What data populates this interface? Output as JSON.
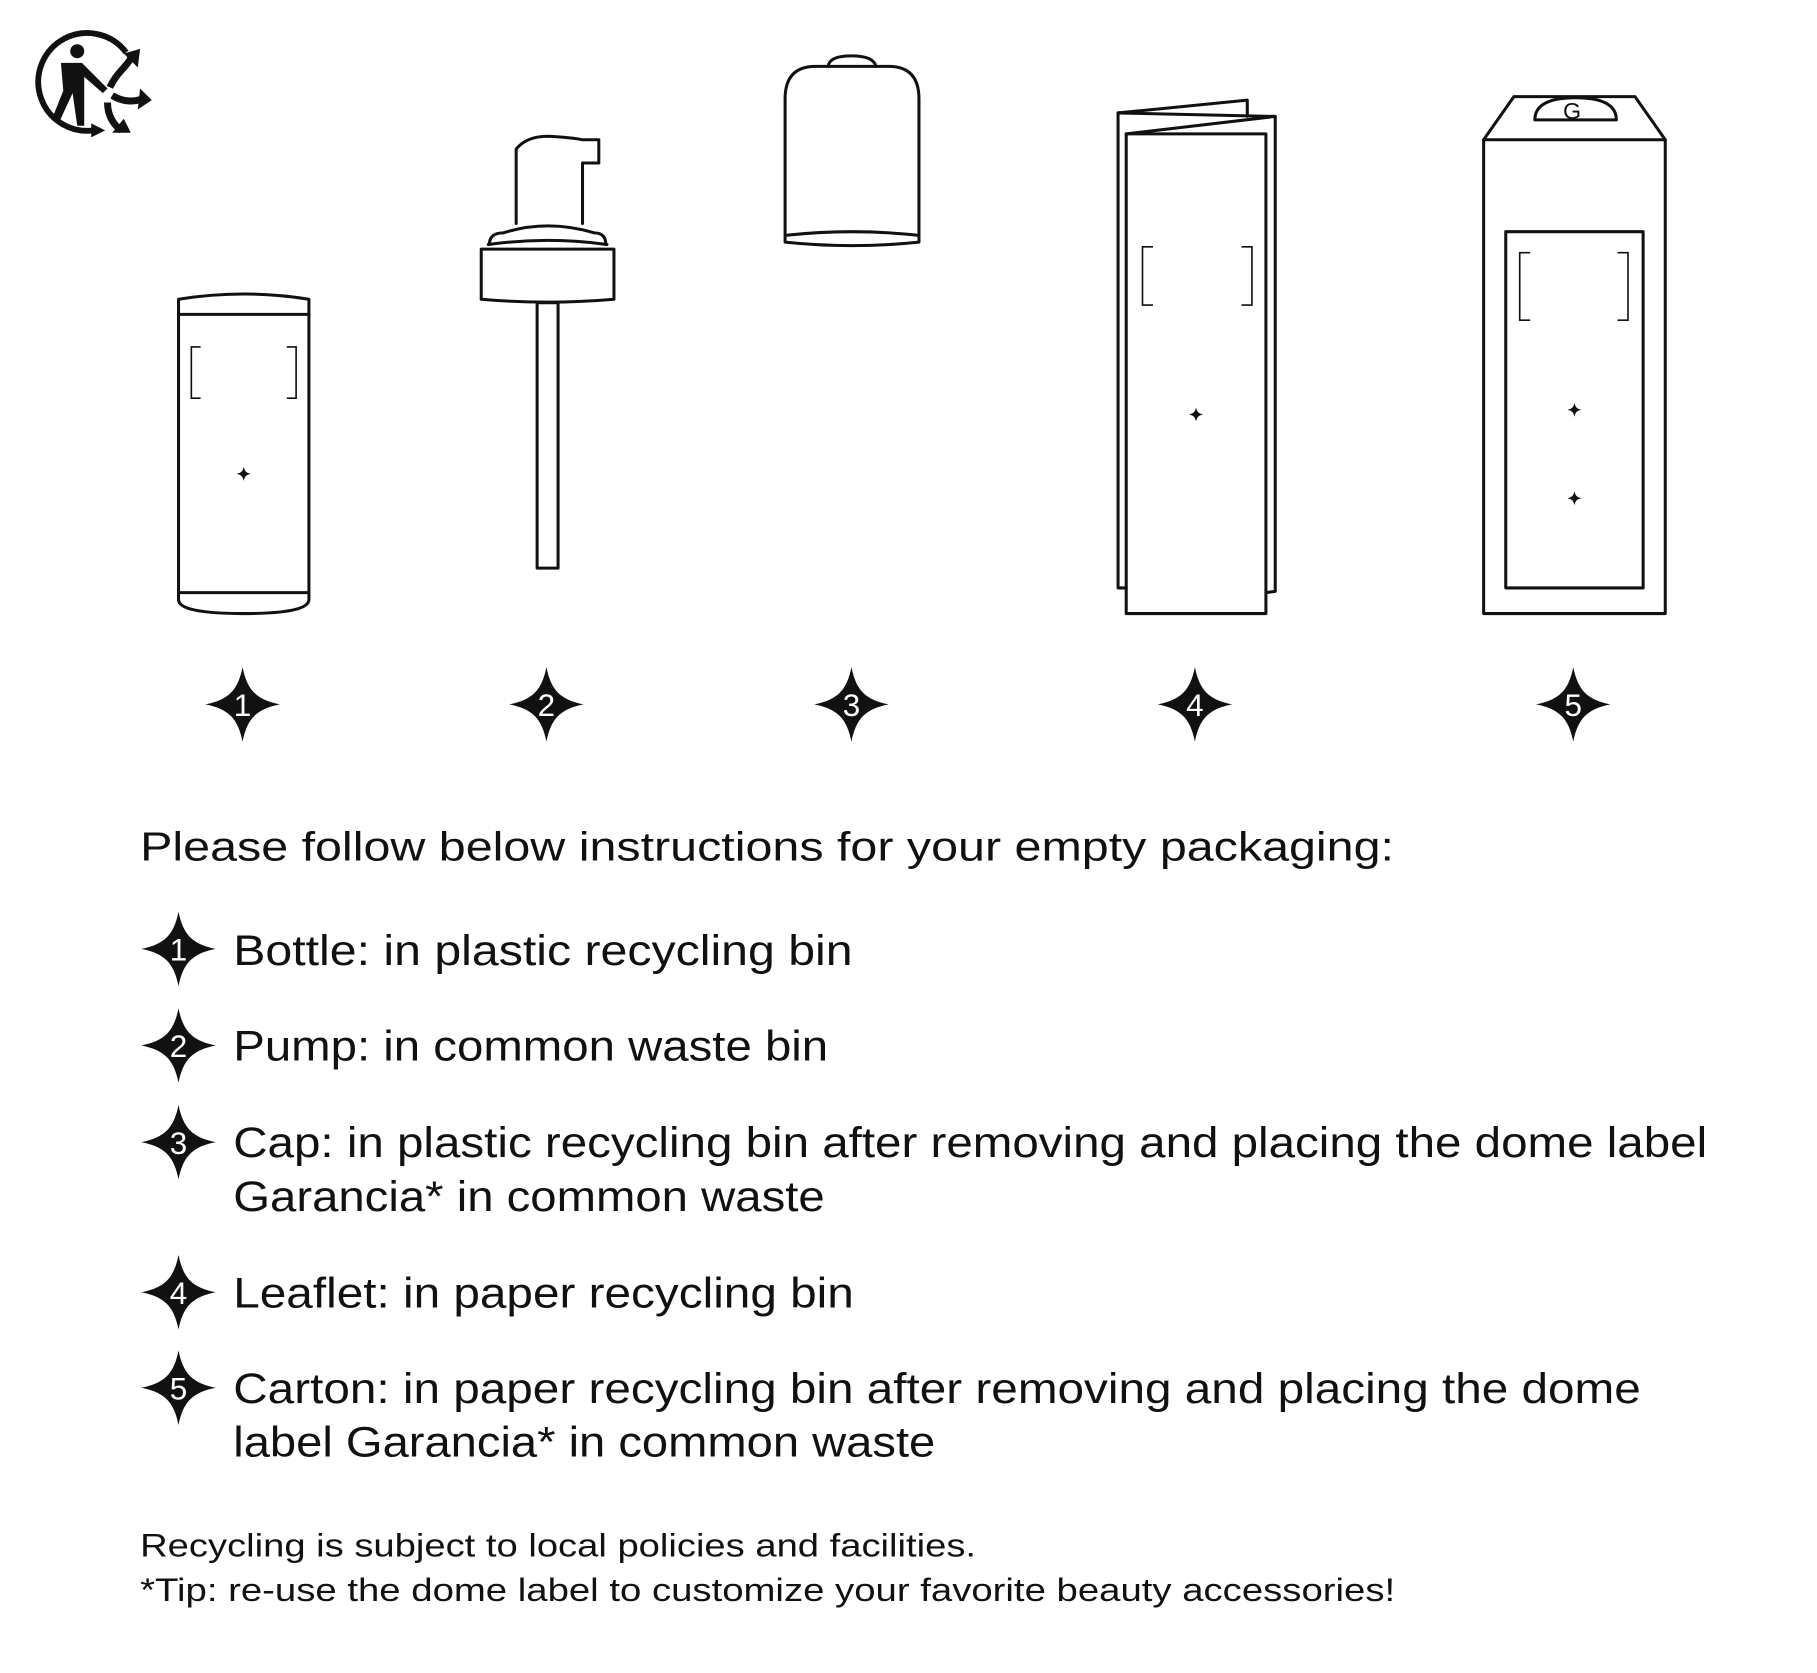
{
  "colors": {
    "ink": "#111111",
    "background": "#ffffff"
  },
  "logo": {
    "icon": "triman-recycling-icon"
  },
  "items": [
    {
      "number": "1",
      "name": "bottle",
      "text_lines": [
        "Bottle: in plastic recycling bin"
      ]
    },
    {
      "number": "2",
      "name": "pump",
      "text_lines": [
        "Pump: in common waste bin"
      ]
    },
    {
      "number": "3",
      "name": "cap",
      "text_lines": [
        "Cap: in plastic recycling bin after removing and placing the dome label",
        "Garancia* in common waste"
      ]
    },
    {
      "number": "4",
      "name": "leaflet",
      "text_lines": [
        "Leaflet: in paper recycling bin"
      ]
    },
    {
      "number": "5",
      "name": "carton",
      "text_lines": [
        "Carton: in paper recycling bin after removing and placing the dome",
        "label Garancia* in common waste"
      ]
    }
  ],
  "heading": "Please follow below instructions for your empty packaging:",
  "footer": {
    "line1": "Recycling is subject to local policies and facilities.",
    "line2": "*Tip: re-use the dome label to customize your favorite beauty accessories!"
  },
  "carton_dome_logo": "G"
}
